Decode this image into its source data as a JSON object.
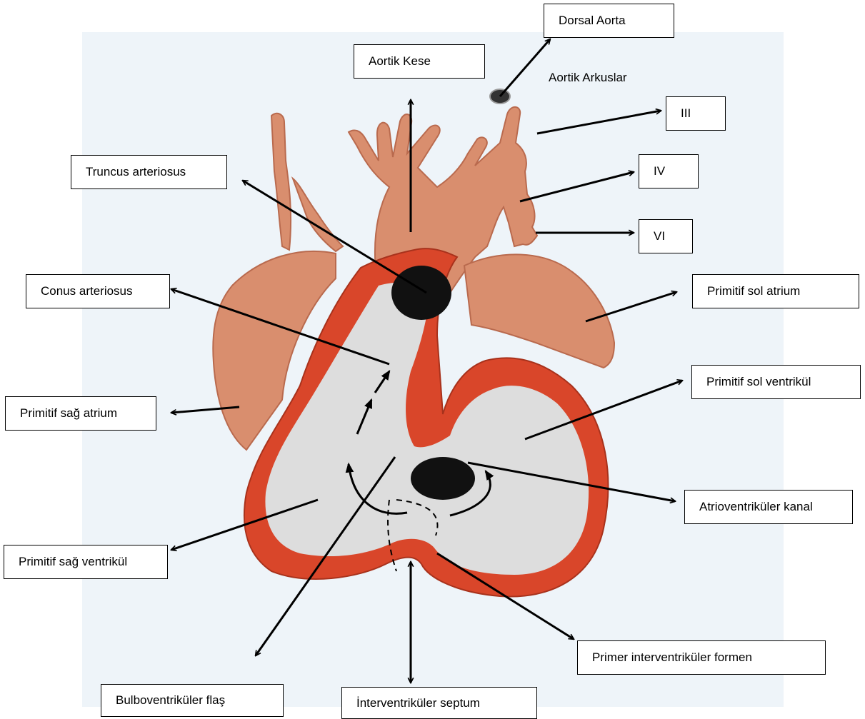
{
  "diagram": {
    "colors": {
      "background_panel": "#eef4f9",
      "tissue": "#d98e6e",
      "tissue_dark": "#b96a4e",
      "wall_red": "#d9462a",
      "lumen": "#dddddd",
      "opening": "#111111",
      "arrow": "#000000"
    },
    "labels": {
      "dorsal_aorta": "Dorsal Aorta",
      "aortik_kese": "Aortik Kese",
      "aortik_arkuslar": "Aortik Arkuslar",
      "arch_iii": "III",
      "arch_iv": "IV",
      "arch_vi": "VI",
      "truncus_arteriosus": "Truncus arteriosus",
      "conus_arteriosus": "Conus arteriosus",
      "primitif_sol_atrium": "Primitif sol atrium",
      "primitif_sol_ventrikul": "Primitif sol ventrikül",
      "primitif_sag_atrium": "Primitif sağ atrium",
      "atrioventrikuler_kanal": "Atrioventriküler kanal",
      "primitif_sag_ventrikul": "Primitif sağ ventrikül",
      "primer_interventrikuler_formen": "Primer interventriküler formen",
      "bulboventrikuler_flas": "Bulboventriküler flaş",
      "interventrikuler_septum": "İnterventriküler septum"
    }
  }
}
